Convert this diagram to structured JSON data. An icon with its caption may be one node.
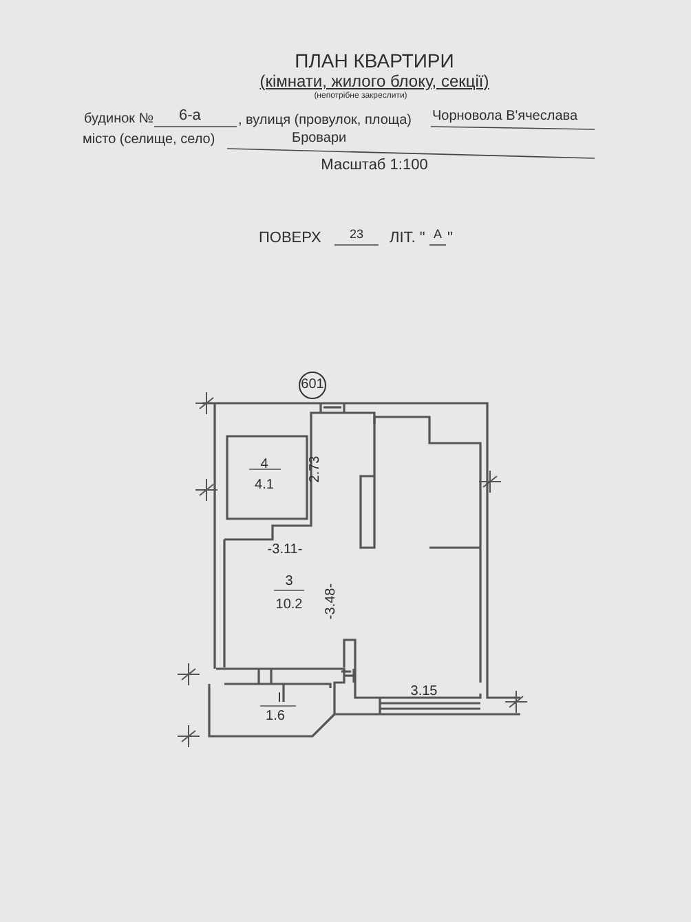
{
  "diagram": {
    "title": "ПЛАН КВАРТИРИ",
    "labels": [
      "(кімнати, жилого блоку, секції)",
      "(непотрібне закреслити)",
      "будинок №",
      "6-а",
      ", вулиця (провулок, площа)",
      "Чорновола В'ячеслава",
      "місто (селище, село)",
      "Бровари",
      "Масштаб 1:100",
      "ПОВЕРХ",
      "23",
      "ЛІТ. \"",
      "А",
      "\"",
      "601",
      "4",
      "4.1",
      "2.73",
      "-3.11-",
      "3",
      "10.2",
      "-3.48-",
      "I",
      "1.6",
      "3.15"
    ]
  }
}
